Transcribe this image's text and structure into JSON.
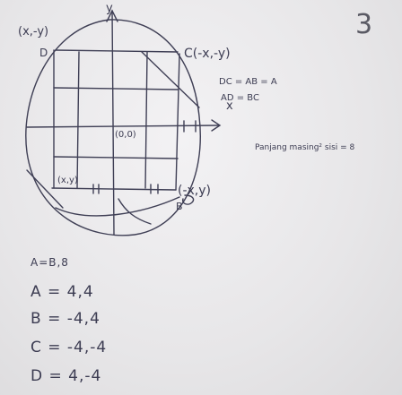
{
  "page": {
    "number": "3",
    "colors": {
      "ink": "#3a3a4e",
      "paper": "#eceaed"
    }
  },
  "diagram": {
    "labels": {
      "top_left": "(x,-y)",
      "top_left_vertex": "D",
      "top_right": "C(-x,-y)",
      "x_axis": "x",
      "y_axis": "y",
      "origin": "(0,0)",
      "bottom_left": "(x,y)",
      "bottom_right": "(-x,y)",
      "bottom_right_vertex": "B"
    }
  },
  "notes": {
    "line1": "DC = AB = A",
    "line2": "AD = BC",
    "line3": "Panjang masing² sisi = 8"
  },
  "coordinates": {
    "header": "A=B,8",
    "rows": [
      "A = 4,4",
      "B = -4,4",
      "C = -4,-4",
      "D = 4,-4"
    ]
  }
}
